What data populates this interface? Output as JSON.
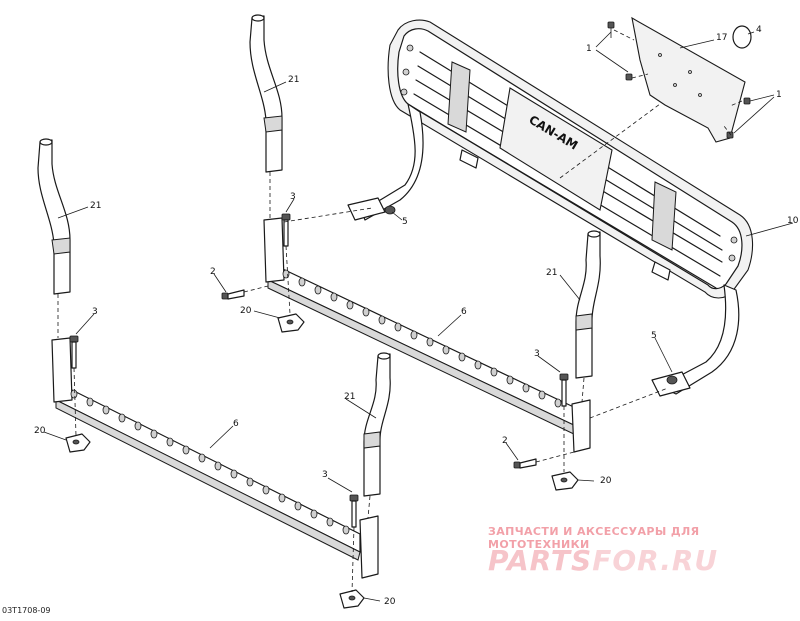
{
  "diagram": {
    "drawing_code": "03T1708-09",
    "brand_badge": "CAN-AM",
    "callouts": {
      "c1a": "1",
      "c1b": "1",
      "c4": "4",
      "c17": "17",
      "c10": "10",
      "c21a": "21",
      "c21b": "21",
      "c21c": "21",
      "c21d": "21",
      "c3a": "3",
      "c3b": "3",
      "c3c": "3",
      "c3d": "3",
      "c2a": "2",
      "c2b": "2",
      "c5a": "5",
      "c5b": "5",
      "c6a": "6",
      "c6b": "6",
      "c20a": "20",
      "c20b": "20",
      "c20c": "20",
      "c20d": "20"
    }
  },
  "watermark": {
    "tagline": "ЗАПЧАСТИ И АКСЕССУАРЫ ДЛЯ МОТОТЕХНИКИ",
    "logo_part1": "PARTS",
    "logo_part2": "FOR.RU"
  }
}
